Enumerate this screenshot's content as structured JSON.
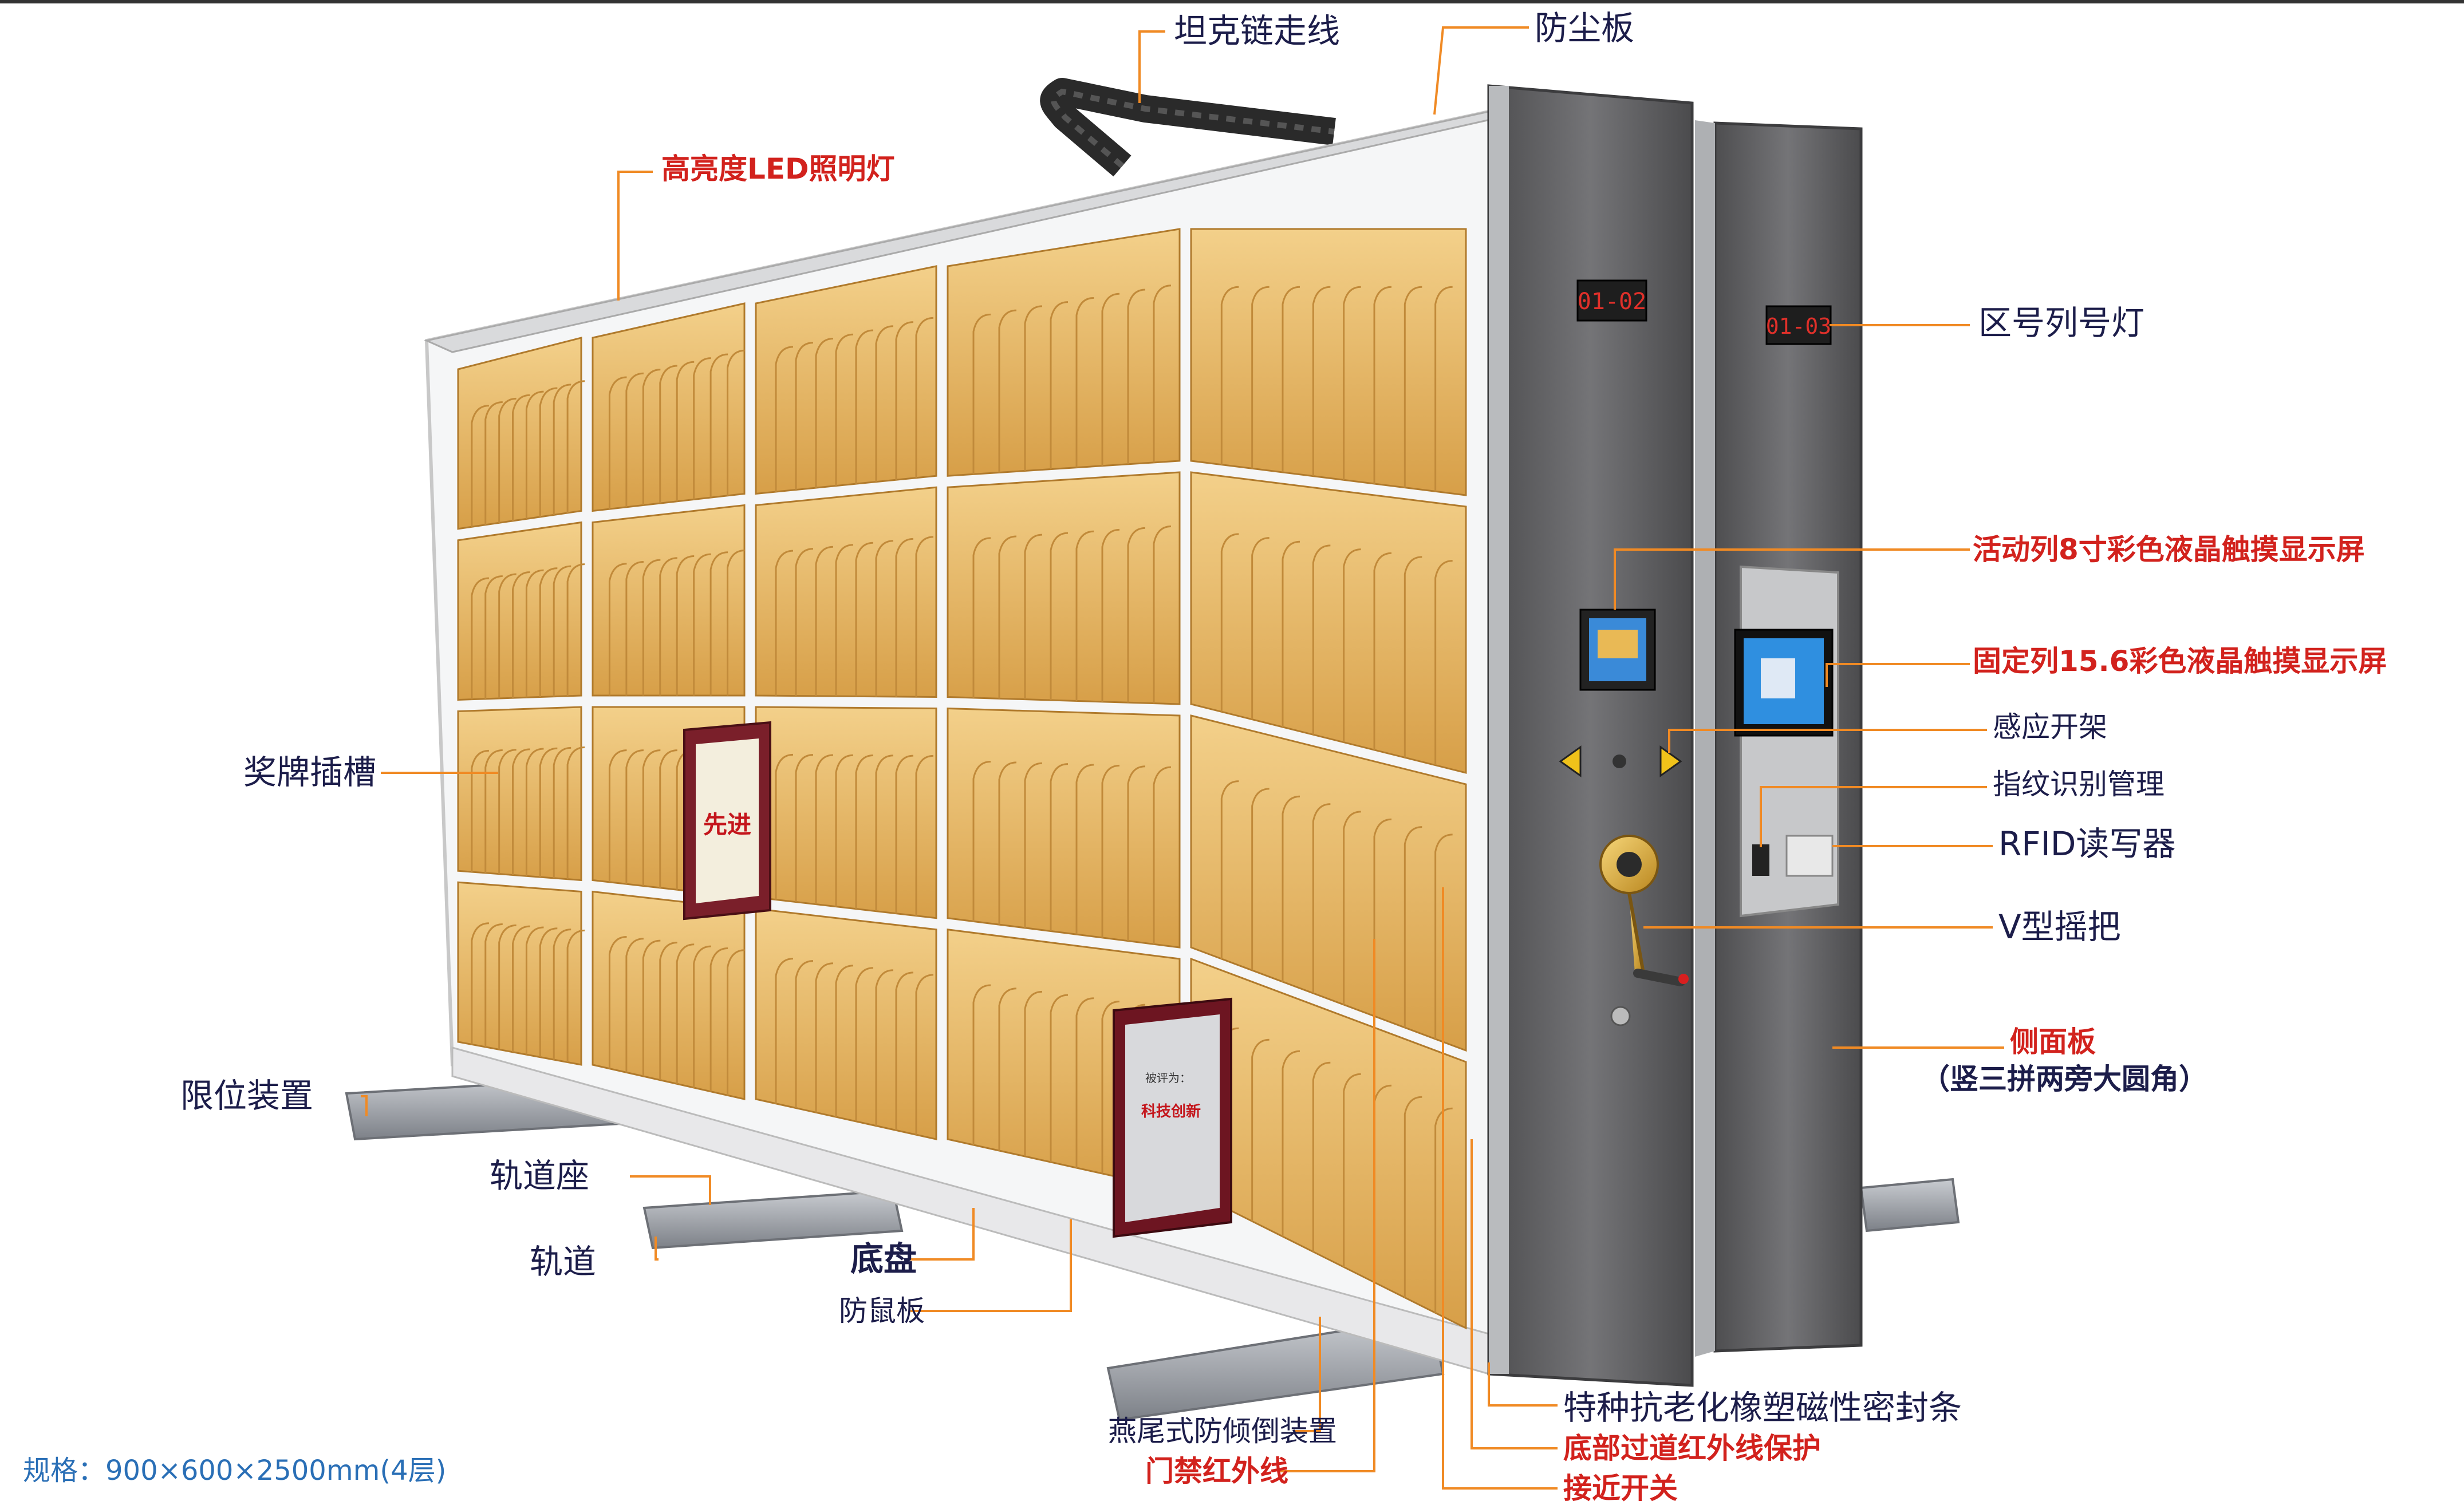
{
  "spec": "规格：900×600×2500mm(4层)",
  "display_labels": {
    "left": "01-02",
    "right": "01-03"
  },
  "plaques": {
    "front": "先进",
    "bottom": "科技创新",
    "bottom_small": "被评为："
  },
  "callouts": {
    "tank_chain": "坦克链走线",
    "dust_board": "防尘板",
    "led_light": "高亮度LED照明灯",
    "zone_light": "区号列号灯",
    "touch_8": "活动列8寸彩色液晶触摸显示屏",
    "touch_15": "固定列15.6彩色液晶触摸显示屏",
    "sensor_open": "感应开架",
    "fingerprint": "指纹识别管理",
    "rfid": "RFID读写器",
    "v_handle": "V型摇把",
    "side_panel": "侧面板",
    "side_panel_sub": "（竖三拼两旁大圆角）",
    "medal_slot": "奖牌插槽",
    "limit_device": "限位装置",
    "rail_seat": "轨道座",
    "rail": "轨道",
    "chassis": "底盘",
    "rat_board": "防鼠板",
    "anti_tip": "燕尾式防倾倒装置",
    "door_ir": "门禁红外线",
    "seal_strip": "特种抗老化橡塑磁性密封条",
    "bottom_ir": "底部过道红外线保护",
    "proximity": "接近开关"
  },
  "colors": {
    "leader": "#f08a24",
    "red_text": "#d2221d",
    "navy_text": "#1c1d4a",
    "shelf": "#e3b158",
    "panel": "#6b6b6d"
  }
}
